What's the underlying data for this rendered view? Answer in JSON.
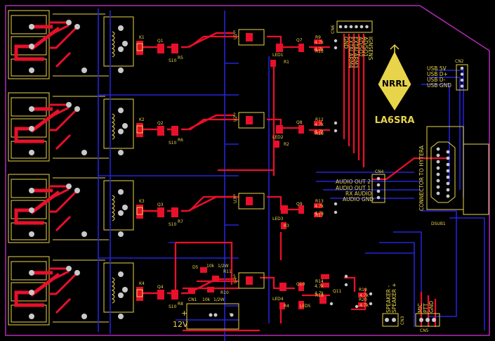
{
  "colors": {
    "background": "#000000",
    "outline": "#b42ab4",
    "top_copper": "#e8102a",
    "bottom_copper": "#2424d8",
    "silkscreen": "#e8d44a",
    "pad": "#c9c9c9"
  },
  "logo": {
    "text": "NRRL",
    "callsign": "LA6SRA"
  },
  "connectors": {
    "cn6": {
      "ref": "CN6",
      "pins": [
        "GND",
        "EXTALARM4",
        "EXTALARM3",
        "AD/SQ2",
        "AD/SQ1",
        "IGNSENS"
      ]
    },
    "cn2": {
      "ref": "CN2",
      "pins": [
        "USB 5V",
        "USB D+",
        "USB D-",
        "USB GND"
      ]
    },
    "cn4": {
      "ref": "CN4",
      "pins": [
        "AUDIO OUT 2",
        "AUDIO OUT 1",
        "RX AUDIO",
        "AUDIO GND"
      ]
    },
    "cn5": {
      "ref": "CN5",
      "pins": [
        "MIC",
        "PTT",
        "GND"
      ]
    },
    "cn3": {
      "ref": "CN3",
      "pins": [
        "SPEAKER -",
        "SPEAKER +"
      ]
    },
    "cn1": {
      "ref": "CN1",
      "label": "12V",
      "plus": "+",
      "minus": "-"
    },
    "dsub": {
      "ref": "DSUB1",
      "label": "CONNECTOR TO HYTERA"
    }
  },
  "relays": [
    {
      "cn": "K1",
      "fet": "Q1",
      "d": "S10",
      "r": "R5"
    },
    {
      "cn": "K2",
      "fet": "Q2",
      "d": "S10",
      "r": "R6"
    },
    {
      "cn": "K3",
      "fet": "Q3",
      "d": "S10",
      "r": "R7"
    },
    {
      "cn": "K4",
      "fet": "Q4",
      "d": "S10",
      "r": "R8"
    }
  ],
  "opto": [
    {
      "u": "U1",
      "n": "5",
      "led": "LED1",
      "r": "R1",
      "q": "Q7",
      "ra": "R9",
      "rb": "R15",
      "va": "4.7k",
      "vb": "4.7k"
    },
    {
      "u": "U2",
      "n": "2",
      "led": "LED2",
      "r": "R2",
      "q": "Q8",
      "ra": "R12",
      "rb": "R16",
      "va": "4.7k",
      "vb": "4.7k"
    },
    {
      "u": "U3",
      "n": "5",
      "led": "LED3",
      "r": "R3",
      "q": "Q9",
      "ra": "R13",
      "rb": "R17",
      "va": "4.7k",
      "vb": "4.7k"
    },
    {
      "u": "U4",
      "n": "5",
      "led": "LED4",
      "r": "R4",
      "q": "Q10",
      "ra": "R14",
      "rb": "R18",
      "va": "4.7k",
      "vb": "4.7k"
    }
  ],
  "power": {
    "d": "D5",
    "r_a": "10k",
    "r_b": "1/2W",
    "r11": "R11",
    "r10": "R10",
    "r_c": "10k",
    "r_d": "1/2W",
    "led5": "LED5",
    "q11": "Q11",
    "r19": "R19",
    "r20": "R20",
    "v19": "4.7k",
    "v20": "4.7k"
  }
}
